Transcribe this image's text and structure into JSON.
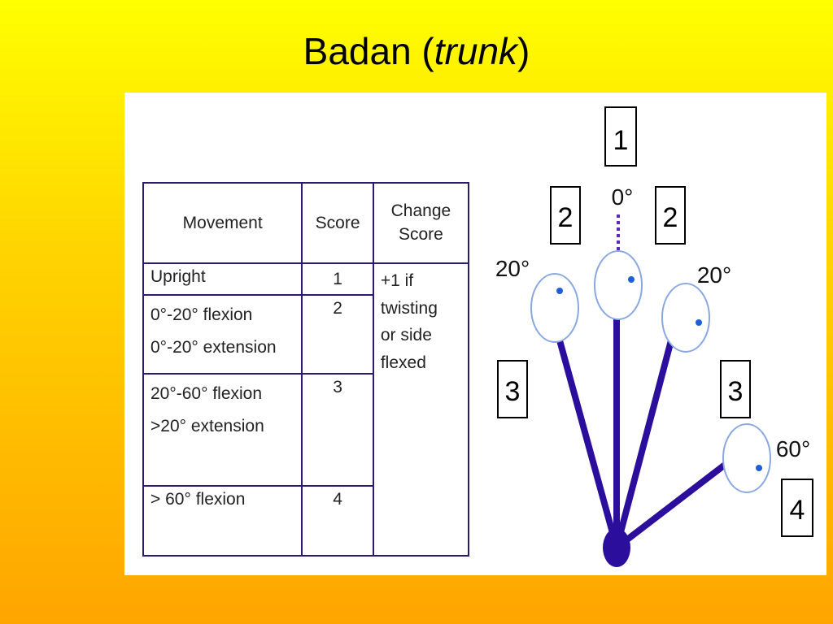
{
  "title": {
    "main": "Badan (",
    "italic": "trunk",
    "close": ")"
  },
  "table": {
    "headers": {
      "movement": "Movement",
      "score": "Score",
      "change_line1": "Change",
      "change_line2": "Score"
    },
    "rows": [
      {
        "movement_lines": [
          "Upright"
        ],
        "score": "1"
      },
      {
        "movement_lines": [
          "0°-20° flexion",
          "0°-20° extension"
        ],
        "score": "2"
      },
      {
        "movement_lines": [
          "20°-60° flexion",
          ">20° extension"
        ],
        "score": "3"
      },
      {
        "movement_lines": [
          "> 60° flexion"
        ],
        "score": "4"
      }
    ],
    "change_lines": [
      "+1 if",
      "twisting",
      "or side",
      "flexed"
    ]
  },
  "diagram": {
    "score_boxes": [
      "1",
      "2",
      "2",
      "3",
      "3",
      "4"
    ],
    "angle_labels": [
      "0°",
      "20°",
      "20°",
      "60°"
    ],
    "colors": {
      "trunk": "#2b0f9c",
      "dot": "#1f5fd6",
      "head_outline": "#8aa8e0"
    }
  }
}
